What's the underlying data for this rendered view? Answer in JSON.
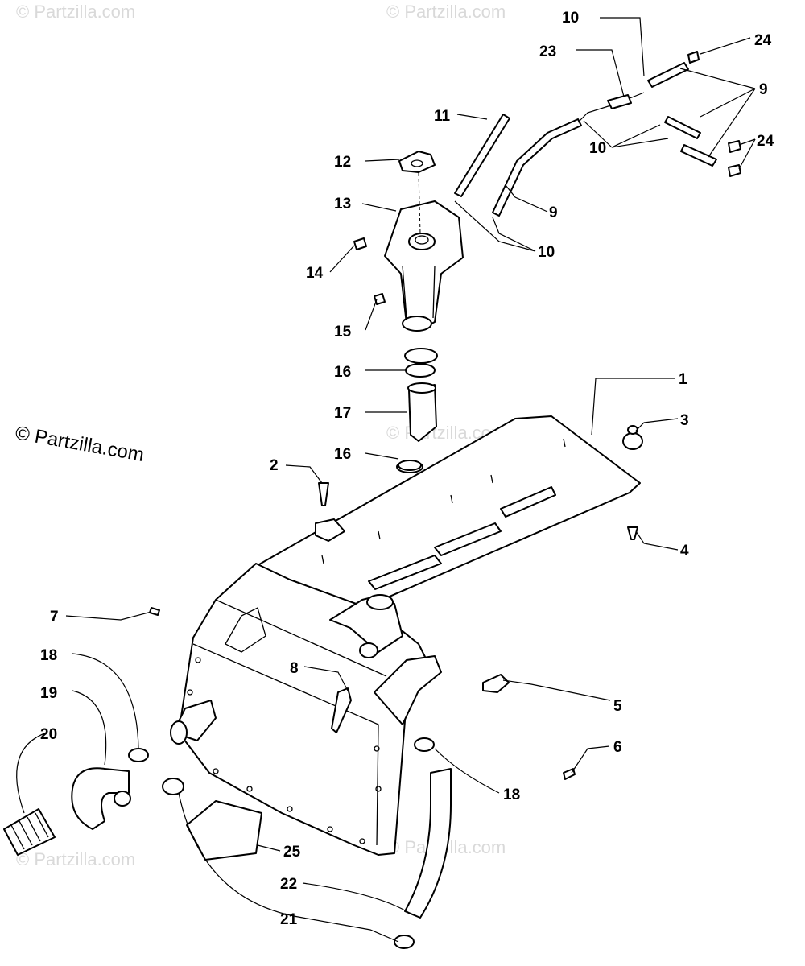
{
  "watermarks": {
    "main": "© Partzilla.com",
    "faint": "© Partzilla.com"
  },
  "callouts": {
    "c1": "1",
    "c2": "2",
    "c3": "3",
    "c4": "4",
    "c5": "5",
    "c6": "6",
    "c7": "7",
    "c8": "8",
    "c9a": "9",
    "c9b": "9",
    "c10a": "10",
    "c10b": "10",
    "c10c": "10",
    "c11": "11",
    "c12": "12",
    "c13": "13",
    "c14": "14",
    "c15": "15",
    "c16a": "16",
    "c16b": "16",
    "c17": "17",
    "c18a": "18",
    "c18b": "18",
    "c19": "19",
    "c20": "20",
    "c21": "21",
    "c22": "22",
    "c23": "23",
    "c24a": "24",
    "c24b": "24",
    "c25": "25"
  }
}
